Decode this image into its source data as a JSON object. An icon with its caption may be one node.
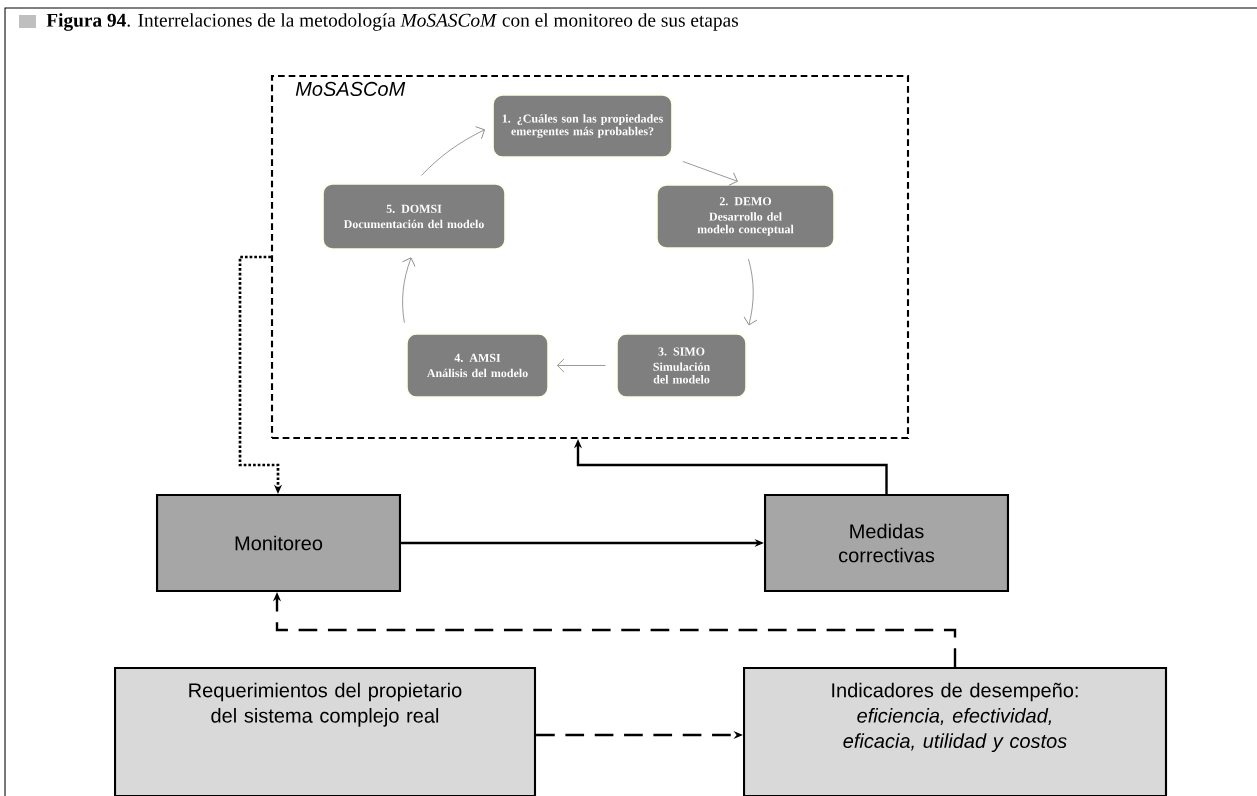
{
  "diagram": {
    "title": "**Figura 94**. Interrelaciones de la metodología *MoSASCoM* con el monitoreo de sus etapas",
    "nodes": [
      {
        "text": [
          "MoSASCoM"
        ]
      },
      {
        "text": [
          "1. ¿Cuáles son las propiedades emergentes más probables?"
        ],
        "in": 0
      },
      {
        "text": [
          "2. DEMO",
          "Desarrollo del modelo conceptual"
        ],
        "in": 0
      },
      {
        "text": [
          "3. SIMO",
          "Simulación del modelo"
        ],
        "in": 0
      },
      {
        "text": [
          "4. AMSI",
          "Análisis del modelo"
        ],
        "in": 0
      },
      {
        "text": [
          "5. DOMSI",
          "Documentación del modelo"
        ],
        "in": 0
      },
      {
        "text": [
          "Monitoreo"
        ]
      },
      {
        "text": [
          "Medidas correctivas"
        ]
      },
      {
        "text": [
          "Requerimientos del propietario del sistema complejo real"
        ]
      },
      {
        "text": [
          "Indicadores de desempeño:",
          "eficiencia, efectividad, eficacia, utilidad y costos"
        ]
      }
    ],
    "edges": [
      {
        "from": 1,
        "to": 2,
        "arrow": "to",
        "color": "#808080"
      },
      {
        "from": 2,
        "to": 3,
        "arrow": "to",
        "color": "#808080"
      },
      {
        "from": 3,
        "to": 4,
        "arrow": "to",
        "color": "#808080"
      },
      {
        "from": 4,
        "to": 5,
        "arrow": "to",
        "color": "#808080"
      },
      {
        "from": 5,
        "to": 1,
        "arrow": "to",
        "color": "#808080"
      },
      {
        "from": 0,
        "to": 6,
        "arrow": "to",
        "style": "dashed",
        "color": "#000000"
      },
      {
        "from": 6,
        "to": 7,
        "arrow": "to",
        "color": "#000000"
      },
      {
        "from": 7,
        "to": 0,
        "arrow": "to",
        "color": "#000000"
      },
      {
        "from": 9,
        "to": 6,
        "arrow": "to",
        "style": "dashed",
        "color": "#000000"
      },
      {
        "from": 8,
        "to": 9,
        "arrow": "to",
        "style": "dashed",
        "color": "#000000"
      }
    ]
  }
}
